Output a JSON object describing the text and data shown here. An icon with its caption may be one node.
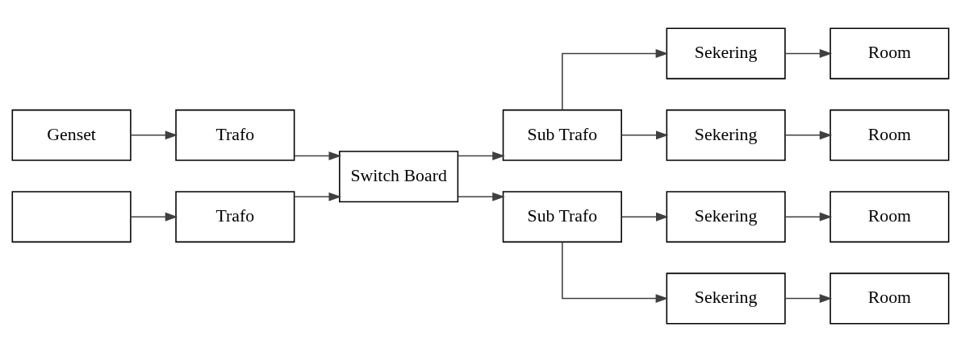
{
  "diagram": {
    "nodes": [
      {
        "text": [
          "Genset"
        ]
      },
      {
        "text": [
          "Trafo"
        ]
      },
      {
        "text": [],
        "shape": "box"
      },
      {
        "text": [
          "Trafo"
        ]
      },
      {
        "text": [
          "Switch Board"
        ]
      },
      {
        "text": [
          "Sub Trafo"
        ]
      },
      {
        "text": [
          "Sub Trafo"
        ]
      },
      {
        "text": [
          "Sekering"
        ]
      },
      {
        "text": [
          "Room"
        ]
      },
      {
        "text": [
          "Sekering"
        ]
      },
      {
        "text": [
          "Room"
        ]
      },
      {
        "text": [
          "Sekering"
        ]
      },
      {
        "text": [
          "Room"
        ]
      },
      {
        "text": [
          "Sekering"
        ]
      },
      {
        "text": [
          "Room"
        ]
      }
    ],
    "edges": [
      {
        "from": 0,
        "to": 1,
        "arrow": "to"
      },
      {
        "from": 2,
        "to": 3,
        "arrow": "to"
      },
      {
        "from": 1,
        "to": 4,
        "arrow": "to"
      },
      {
        "from": 3,
        "to": 4,
        "arrow": "to"
      },
      {
        "from": 4,
        "to": 5,
        "arrow": "to"
      },
      {
        "from": 4,
        "to": 6,
        "arrow": "to"
      },
      {
        "from": 5,
        "to": 7,
        "arrow": "to"
      },
      {
        "from": 5,
        "to": 9,
        "arrow": "to"
      },
      {
        "from": 6,
        "to": 11,
        "arrow": "to"
      },
      {
        "from": 6,
        "to": 13,
        "arrow": "to"
      },
      {
        "from": 7,
        "to": 8,
        "arrow": "to"
      },
      {
        "from": 9,
        "to": 10,
        "arrow": "to"
      },
      {
        "from": 11,
        "to": 12,
        "arrow": "to"
      },
      {
        "from": 13,
        "to": 14,
        "arrow": "to"
      }
    ]
  }
}
